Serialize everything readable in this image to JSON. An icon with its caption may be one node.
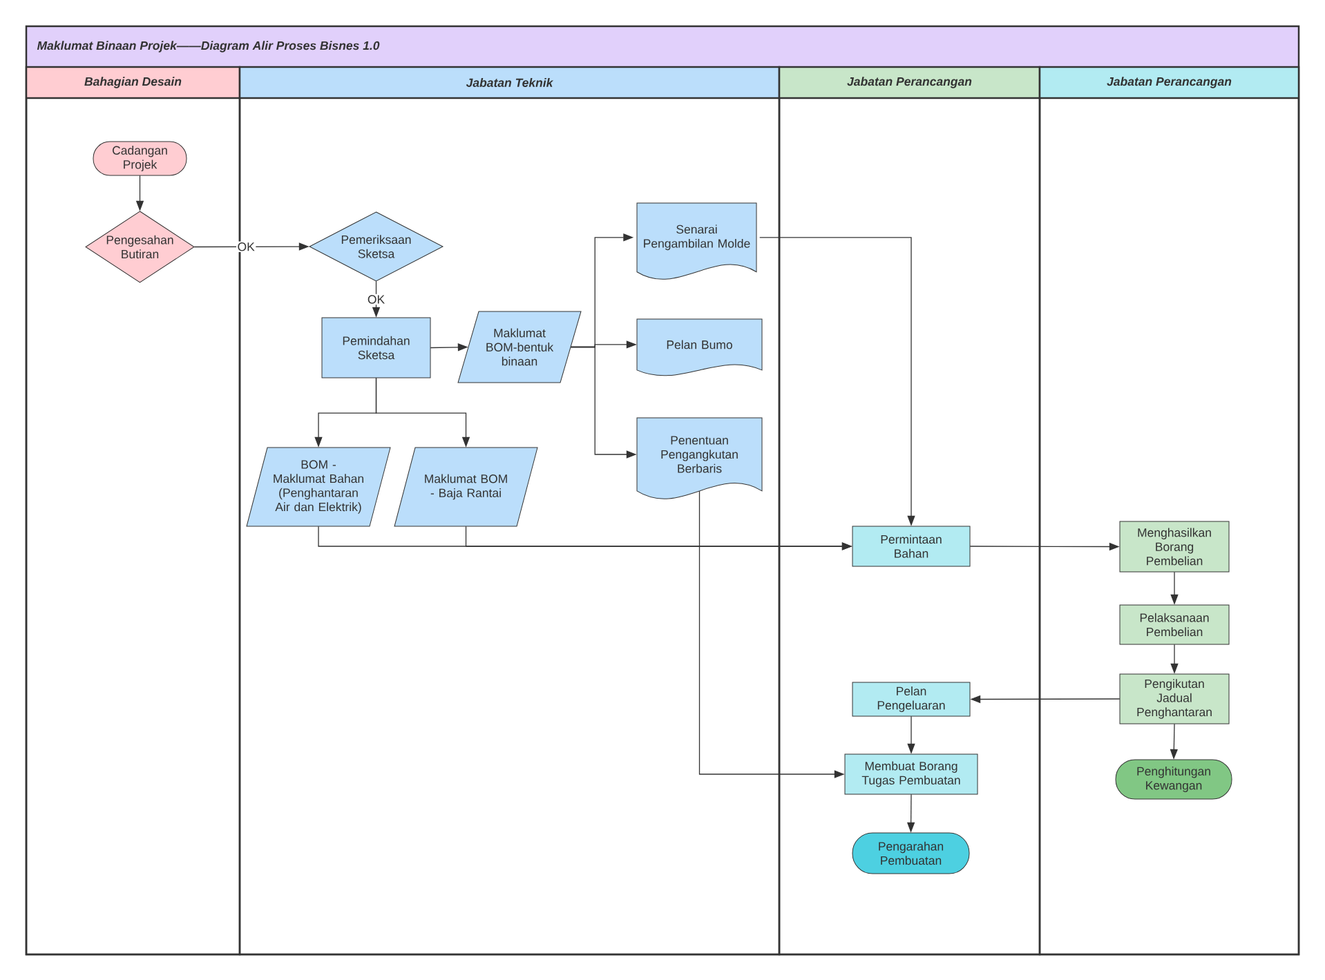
{
  "diagram": {
    "nodes": [
      {
        "text": [
          "Maklumat Binaan Projek——Diagram Alir Proses Bisnes 1.0"
        ]
      },
      {
        "text": [
          "Bahagian Desain"
        ],
        "in": 0
      },
      {
        "text": [
          "Jabatan Teknik"
        ],
        "in": 0
      },
      {
        "text": [
          "Jabatan Perancangan"
        ],
        "in": 0
      },
      {
        "text": [
          "Jabatan Perancangan"
        ],
        "in": 0
      },
      {
        "text": [
          "Cadangan Projek"
        ],
        "in": 1
      },
      {
        "text": [
          "Pengesahan Butiran"
        ],
        "in": 1
      },
      {
        "text": [
          "Pemeriksaan Sketsa"
        ],
        "in": 2
      },
      {
        "text": [
          "Pemindahan Sketsa"
        ],
        "in": 2
      },
      {
        "text": [
          "Maklumat BOM-bentuk binaan"
        ],
        "in": 2
      },
      {
        "text": [
          "Senarai Pengambilan Molde"
        ],
        "in": 2
      },
      {
        "text": [
          "Pelan Bumo"
        ],
        "in": 2
      },
      {
        "text": [
          "Penentuan Pengangkutan Berbaris"
        ],
        "in": 2
      },
      {
        "text": [
          "BOM - Maklumat Bahan (Penghantaran Air dan Elektrik)"
        ],
        "in": 2
      },
      {
        "text": [
          "Maklumat BOM - Baja Rantai"
        ],
        "in": 2
      },
      {
        "text": [
          "Permintaan Bahan"
        ],
        "in": 3
      },
      {
        "text": [
          "Pelan Pengeluaran"
        ],
        "in": 3
      },
      {
        "text": [
          "Membuat Borang Tugas Pembuatan"
        ],
        "in": 3
      },
      {
        "text": [
          "Pengarahan Pembuatan"
        ],
        "in": 3
      },
      {
        "text": [
          "Menghasilkan Borang Pembelian"
        ],
        "in": 4
      },
      {
        "text": [
          "Pelaksanaan Pembelian"
        ],
        "in": 4
      },
      {
        "text": [
          "Pengikutan Jadual Penghantaran"
        ],
        "in": 4
      },
      {
        "text": [
          "Penghitungan Kewangan"
        ],
        "in": 4
      }
    ],
    "edges": [
      {
        "from": 5,
        "to": 6,
        "arrow": "to"
      },
      {
        "from": 6,
        "to": 7,
        "arrow": "to",
        "label": "OK"
      },
      {
        "from": 7,
        "to": 8,
        "arrow": "to",
        "label": "OK"
      },
      {
        "from": 8,
        "to": 9,
        "arrow": "to"
      },
      {
        "from": 8,
        "to": 13,
        "arrow": "to"
      },
      {
        "from": 8,
        "to": 14,
        "arrow": "to"
      },
      {
        "from": 9,
        "to": 10,
        "arrow": "to"
      },
      {
        "from": 9,
        "to": 11,
        "arrow": "to"
      },
      {
        "from": 9,
        "to": 12,
        "arrow": "to"
      },
      {
        "from": 10,
        "to": 15,
        "arrow": "to"
      },
      {
        "from": 13,
        "to": 15,
        "arrow": "to"
      },
      {
        "from": 14,
        "to": 15,
        "arrow": "to"
      },
      {
        "from": 15,
        "to": 19,
        "arrow": "to"
      },
      {
        "from": 19,
        "to": 20,
        "arrow": "to"
      },
      {
        "from": 20,
        "to": 21,
        "arrow": "to"
      },
      {
        "from": 21,
        "to": 16,
        "arrow": "to"
      },
      {
        "from": 16,
        "to": 17,
        "arrow": "to"
      },
      {
        "from": 12,
        "to": 17,
        "arrow": "to"
      },
      {
        "from": 17,
        "to": 18,
        "arrow": "to"
      },
      {
        "from": 21,
        "to": 22,
        "arrow": "to"
      }
    ]
  }
}
